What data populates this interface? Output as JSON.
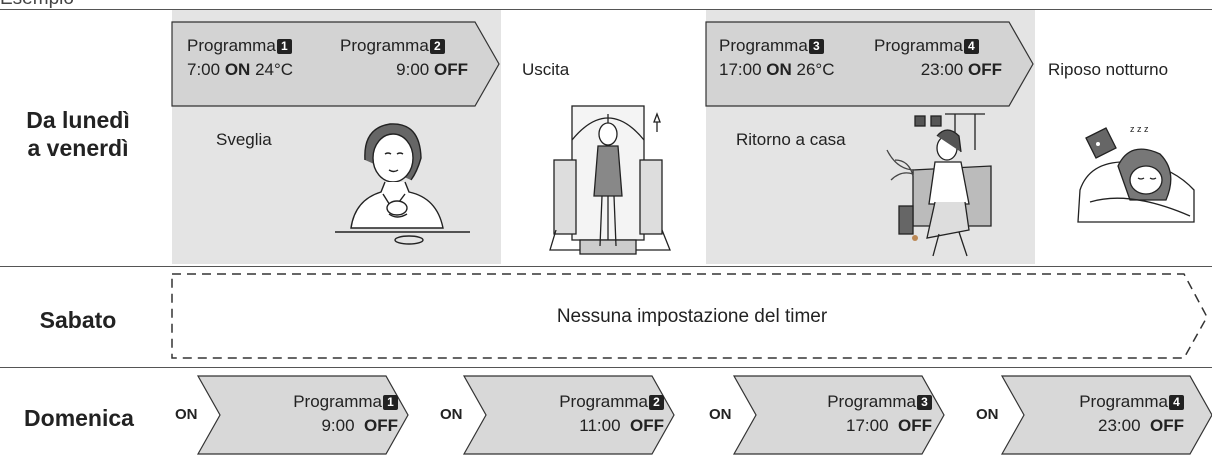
{
  "header": {
    "partial_text": "Esempio"
  },
  "weekdays": {
    "label_line1": "Da lunedì",
    "label_line2": "a venerdì",
    "programs": [
      {
        "name": "Programma",
        "num": "1",
        "time": "7:00",
        "state": "ON",
        "temp": "24°C"
      },
      {
        "name": "Programma",
        "num": "2",
        "time": "9:00",
        "state": "OFF"
      },
      {
        "name": "Programma",
        "num": "3",
        "time": "17:00",
        "state": "ON",
        "temp": "26°C"
      },
      {
        "name": "Programma",
        "num": "4",
        "time": "23:00",
        "state": "OFF"
      }
    ],
    "scenes": {
      "wake": "Sveglia",
      "exit": "Uscita",
      "return": "Ritorno a casa",
      "night": "Riposo notturno"
    }
  },
  "saturday": {
    "label": "Sabato",
    "text": "Nessuna impostazione del timer"
  },
  "sunday": {
    "label": "Domenica",
    "items": [
      {
        "on": "ON",
        "name": "Programma",
        "num": "1",
        "time": "9:00",
        "state": "OFF"
      },
      {
        "on": "ON",
        "name": "Programma",
        "num": "2",
        "time": "11:00",
        "state": "OFF"
      },
      {
        "on": "ON",
        "name": "Programma",
        "num": "3",
        "time": "17:00",
        "state": "OFF"
      },
      {
        "on": "ON",
        "name": "Programma",
        "num": "4",
        "time": "23:00",
        "state": "OFF"
      }
    ]
  }
}
